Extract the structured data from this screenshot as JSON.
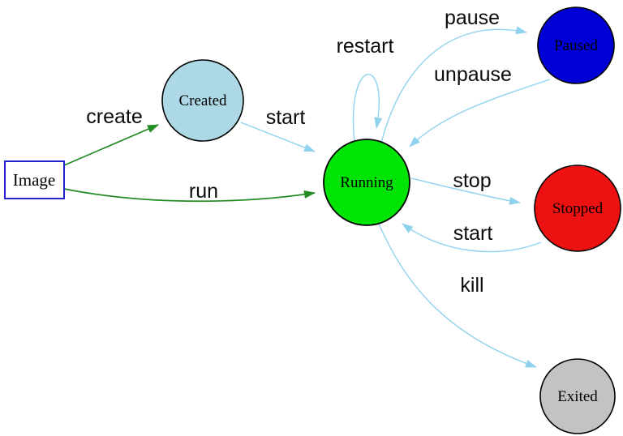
{
  "colors": {
    "background": "#ffffff",
    "edge_green": "#228B22",
    "edge_blue": "#8fd2ee",
    "node_border": "#000000",
    "image_box_border": "#2323cc",
    "image_box_fill": "#ffffff"
  },
  "nodes": {
    "image": {
      "label": "Image"
    },
    "created": {
      "label": "Created",
      "fill": "#add8e6"
    },
    "running": {
      "label": "Running",
      "fill": "#00e405"
    },
    "paused": {
      "label": "Paused",
      "fill": "#0000d6"
    },
    "stopped": {
      "label": "Stopped",
      "fill": "#ee1111"
    },
    "exited": {
      "label": "Exited",
      "fill": "#c3c3c3"
    }
  },
  "edges": {
    "create": {
      "label": "create",
      "from": "image",
      "to": "created"
    },
    "run": {
      "label": "run",
      "from": "image",
      "to": "running"
    },
    "start_created": {
      "label": "start",
      "from": "created",
      "to": "running"
    },
    "restart": {
      "label": "restart",
      "from": "running",
      "to": "running"
    },
    "pause": {
      "label": "pause",
      "from": "running",
      "to": "paused"
    },
    "unpause": {
      "label": "unpause",
      "from": "paused",
      "to": "running"
    },
    "stop": {
      "label": "stop",
      "from": "running",
      "to": "stopped"
    },
    "start_stopped": {
      "label": "start",
      "from": "stopped",
      "to": "running"
    },
    "kill": {
      "label": "kill",
      "from": "running",
      "to": "exited"
    }
  }
}
